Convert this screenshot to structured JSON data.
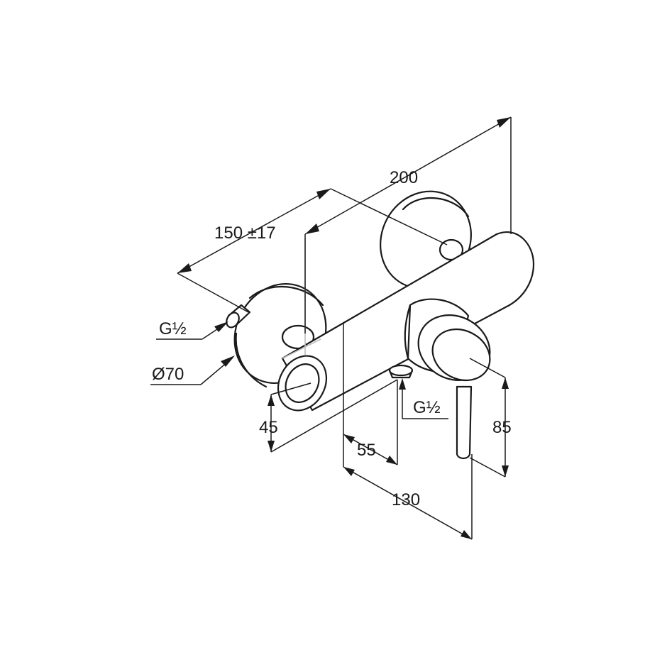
{
  "drawing": {
    "dimensions": {
      "overall_width": "200",
      "connection_spacing": "150 ±17",
      "inlet_thread": "G½",
      "rosette_diameter": "Ø70",
      "body_offset": "45",
      "outlet_offset": "55",
      "depth": "130",
      "outlet_thread": "G½",
      "height": "85"
    }
  }
}
